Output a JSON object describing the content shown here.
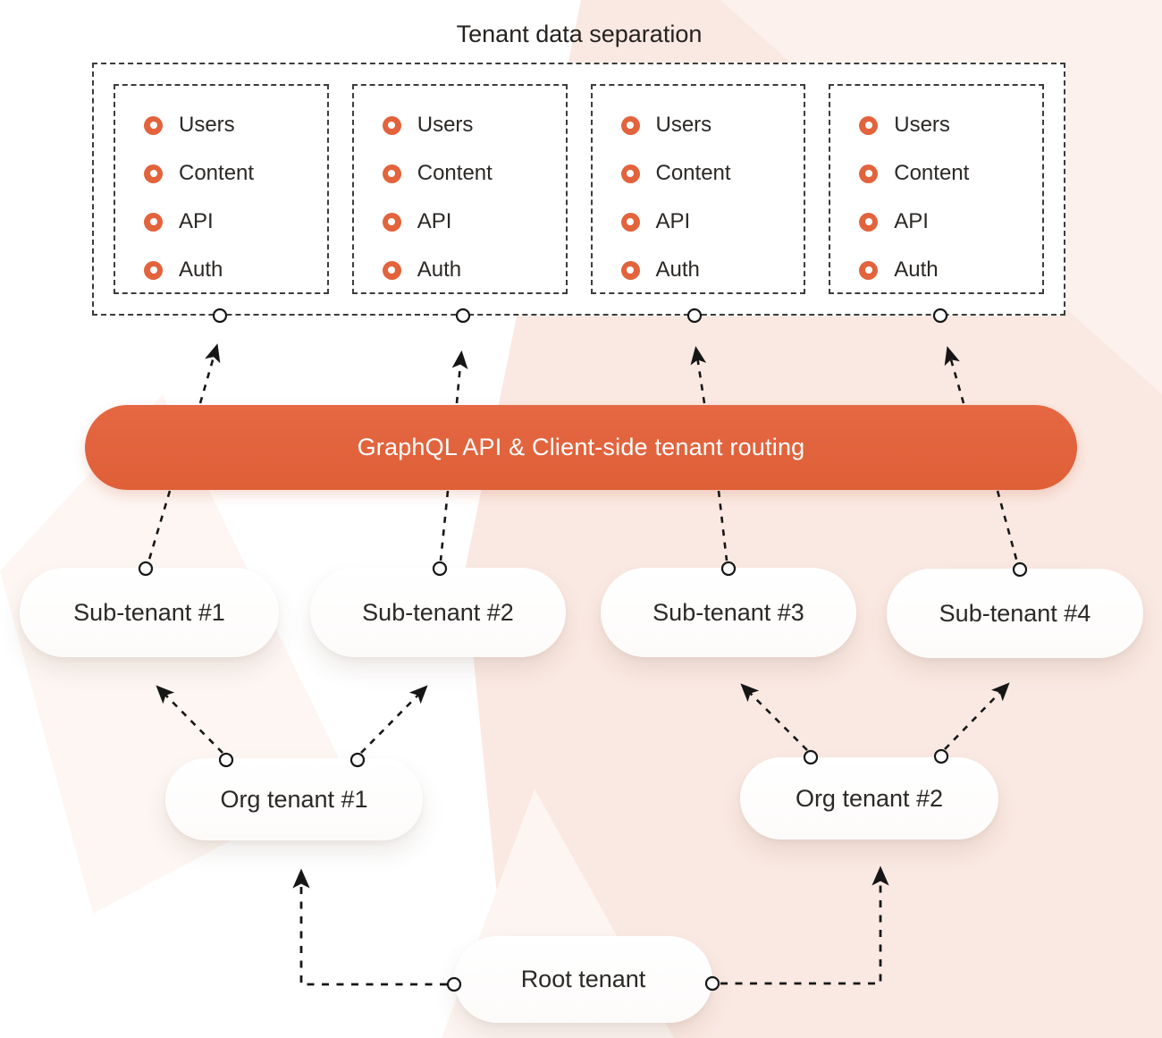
{
  "title": "Tenant data separation",
  "colors": {
    "accent_orange": "#e2633c",
    "line_black": "#1a1a1a",
    "text_dark": "#2b2826",
    "background_pink": "#fae9e2"
  },
  "tenant_data_boxes": [
    {
      "items": [
        "Users",
        "Content",
        "API",
        "Auth"
      ]
    },
    {
      "items": [
        "Users",
        "Content",
        "API",
        "Auth"
      ]
    },
    {
      "items": [
        "Users",
        "Content",
        "API",
        "Auth"
      ]
    },
    {
      "items": [
        "Users",
        "Content",
        "API",
        "Auth"
      ]
    }
  ],
  "api_bar": {
    "label": "GraphQL API & Client-side tenant routing"
  },
  "sub_tenants": [
    {
      "label": "Sub-tenant #1"
    },
    {
      "label": "Sub-tenant #2"
    },
    {
      "label": "Sub-tenant #3"
    },
    {
      "label": "Sub-tenant #4"
    }
  ],
  "org_tenants": [
    {
      "label": "Org tenant #1"
    },
    {
      "label": "Org tenant #2"
    }
  ],
  "root_tenant": {
    "label": "Root tenant"
  }
}
